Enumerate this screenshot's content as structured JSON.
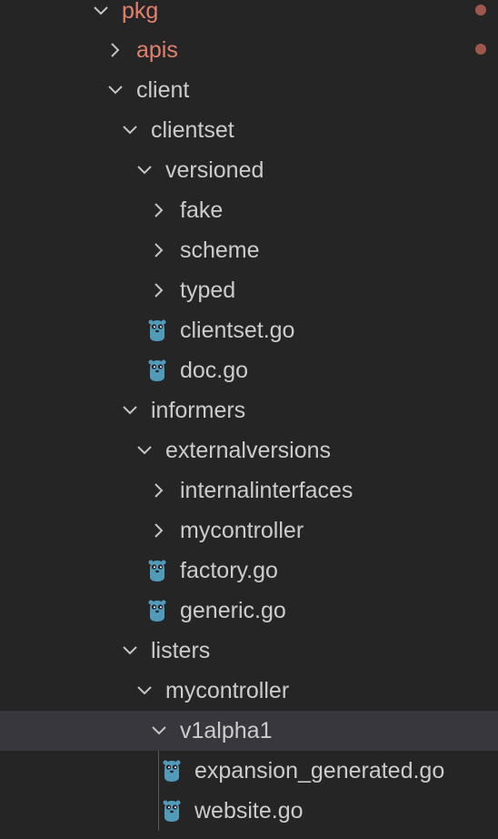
{
  "colors": {
    "background": "#252526",
    "selected_row": "#37373d",
    "text": "#cccccc",
    "modified_text": "#e2806c",
    "modified_dot": "#a0574b",
    "chevron": "#c5c5c5",
    "go_icon": "#519aba"
  },
  "tree": {
    "pkg": {
      "label": "pkg",
      "expanded": true,
      "modified": true
    },
    "apis": {
      "label": "apis",
      "expanded": false,
      "modified": true
    },
    "client": {
      "label": "client",
      "expanded": true
    },
    "clientset": {
      "label": "clientset",
      "expanded": true
    },
    "versioned": {
      "label": "versioned",
      "expanded": true
    },
    "fake": {
      "label": "fake",
      "expanded": false
    },
    "scheme": {
      "label": "scheme",
      "expanded": false
    },
    "typed": {
      "label": "typed",
      "expanded": false
    },
    "clientset_go": {
      "label": "clientset.go",
      "icon": "go-gopher-icon"
    },
    "doc_go": {
      "label": "doc.go",
      "icon": "go-gopher-icon"
    },
    "informers": {
      "label": "informers",
      "expanded": true
    },
    "externalversions": {
      "label": "externalversions",
      "expanded": true
    },
    "internalinterfaces": {
      "label": "internalinterfaces",
      "expanded": false
    },
    "mycontroller_informers": {
      "label": "mycontroller",
      "expanded": false
    },
    "factory_go": {
      "label": "factory.go",
      "icon": "go-gopher-icon"
    },
    "generic_go": {
      "label": "generic.go",
      "icon": "go-gopher-icon"
    },
    "listers": {
      "label": "listers",
      "expanded": true
    },
    "mycontroller_listers": {
      "label": "mycontroller",
      "expanded": true
    },
    "v1alpha1": {
      "label": "v1alpha1",
      "expanded": true,
      "selected": true
    },
    "expansion_generated_go": {
      "label": "expansion_generated.go",
      "icon": "go-gopher-icon"
    },
    "website_go": {
      "label": "website.go",
      "icon": "go-gopher-icon"
    }
  }
}
